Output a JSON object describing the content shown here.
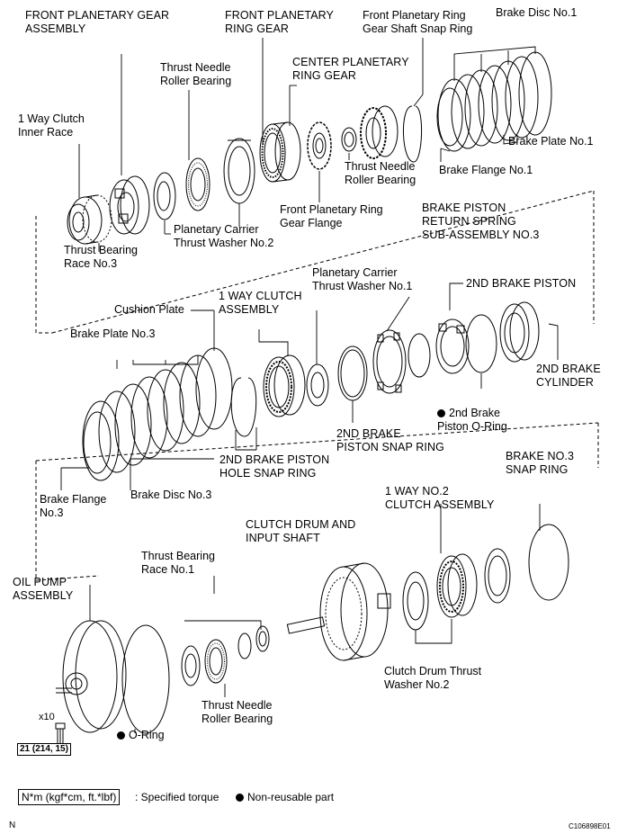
{
  "labels": {
    "front_planetary_gear_assembly": "FRONT PLANETARY GEAR\nASSEMBLY",
    "front_planetary_ring_gear": "FRONT PLANETARY\nRING GEAR",
    "front_planetary_ring_gear_shaft_snap_ring": "Front Planetary Ring\nGear Shaft Snap Ring",
    "brake_disc_no1": "Brake Disc No.1",
    "thrust_needle_roller_bearing_top": "Thrust Needle\nRoller Bearing",
    "center_planetary_ring_gear": "CENTER PLANETARY\nRING GEAR",
    "one_way_clutch_inner_race": "1 Way Clutch\nInner Race",
    "brake_plate_no1": "Brake Plate No.1",
    "thrust_needle_roller_bearing_mid": "Thrust Needle\nRoller Bearing",
    "brake_flange_no1": "Brake Flange No.1",
    "front_planetary_ring_gear_flange": "Front Planetary Ring\nGear Flange",
    "planetary_carrier_thrust_washer_no2": "Planetary Carrier\nThrust Washer No.2",
    "thrust_bearing_race_no3": "Thrust Bearing\nRace No.3",
    "brake_piston_return_spring": "BRAKE PISTON\nRETURN SPRING\nSUB-ASSEMBLY NO.3",
    "planetary_carrier_thrust_washer_no1": "Planetary Carrier\nThrust Washer No.1",
    "second_brake_piston": "2ND BRAKE PISTON",
    "cushion_plate": "Cushion Plate",
    "one_way_clutch_assembly": "1 WAY CLUTCH\nASSEMBLY",
    "brake_plate_no3": "Brake Plate No.3",
    "second_brake_cylinder": "2ND BRAKE\nCYLINDER",
    "second_brake_piston_o_ring": "2nd Brake\nPiston O-Ring",
    "second_brake_piston_snap_ring": "2ND BRAKE\nPISTON SNAP RING",
    "second_brake_piston_hole_snap_ring": "2ND BRAKE PISTON\nHOLE SNAP RING",
    "brake_flange_no3": "Brake Flange\nNo.3",
    "brake_disc_no3": "Brake Disc No.3",
    "brake_no3_snap_ring": "BRAKE NO.3\nSNAP RING",
    "one_way_no2_clutch_assembly": "1 WAY NO.2\nCLUTCH ASSEMBLY",
    "clutch_drum_and_input_shaft": "CLUTCH DRUM AND\nINPUT SHAFT",
    "thrust_bearing_race_no1": "Thrust Bearing\nRace No.1",
    "oil_pump_assembly": "OIL PUMP\nASSEMBLY",
    "x10": "x10",
    "torque_value": "21 (214, 15)",
    "o_ring": "O-Ring",
    "thrust_needle_roller_bearing_bottom": "Thrust Needle\nRoller Bearing",
    "clutch_drum_thrust_washer_no2": "Clutch Drum Thrust\nWasher No.2"
  },
  "legend": {
    "torque_unit": "N*m (kgf*cm, ft.*lbf)",
    "torque_text": ": Specified torque",
    "non_reusable_text": "Non-reusable part"
  },
  "footer": {
    "left": "N",
    "right": "C106898E01"
  }
}
